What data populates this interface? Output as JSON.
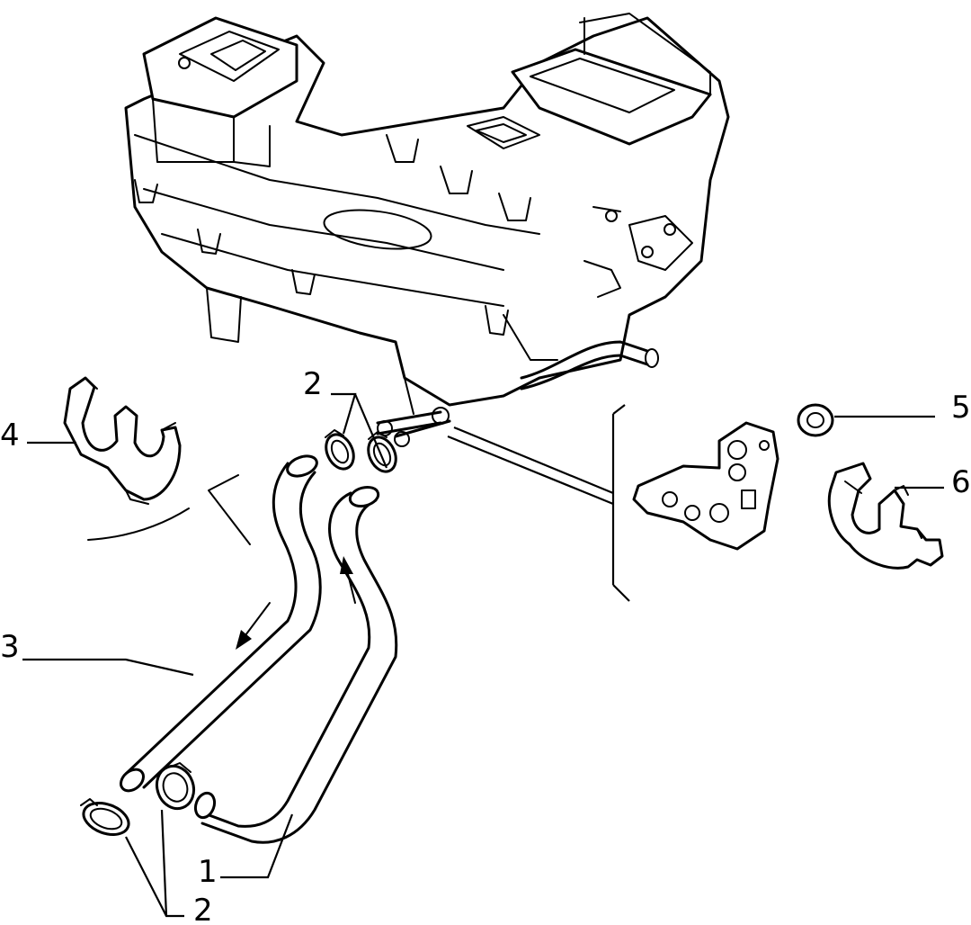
{
  "callouts": {
    "c1": "1",
    "c2_top": "2",
    "c2_bottom": "2",
    "c3": "3",
    "c4": "4",
    "c5": "5",
    "c6": "6"
  },
  "colors": {
    "ink": "#000000",
    "paper": "#ffffff"
  }
}
